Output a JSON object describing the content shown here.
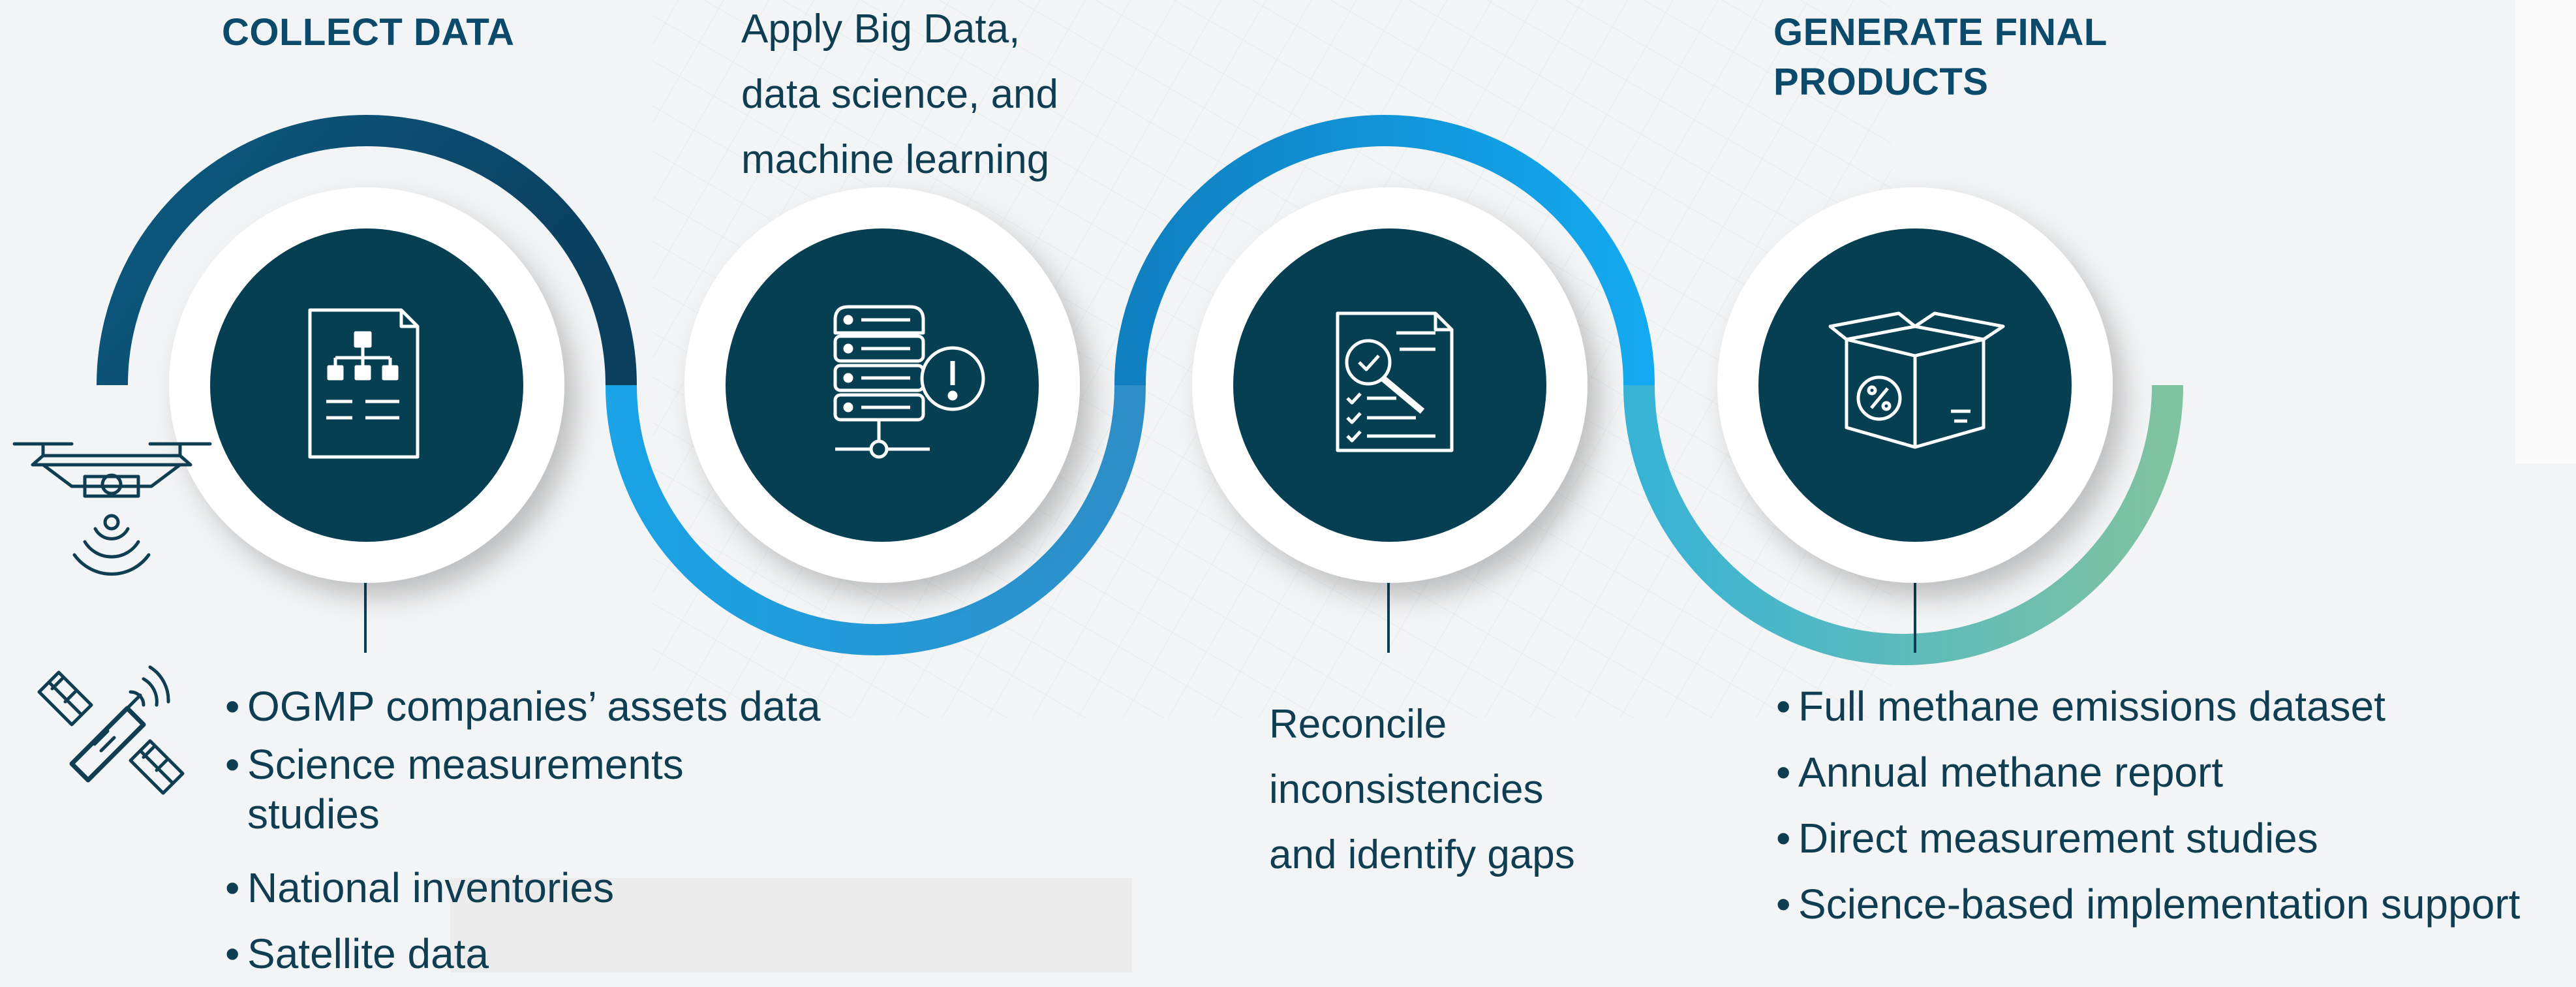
{
  "headings": {
    "collect": "COLLECT DATA",
    "generate_line1": "GENERATE FINAL",
    "generate_line2": "PRODUCTS"
  },
  "apply_text": [
    "Apply Big Data,",
    "data science, and",
    "machine learning"
  ],
  "reconcile_text": [
    "Reconcile",
    "inconsistencies",
    "and identify gaps"
  ],
  "collect_items": [
    "OGMP companies’ assets data",
    "Science measurements studies",
    "National inventories",
    "Satellite data"
  ],
  "collect_item_wrap": [
    "Science measurements",
    "studies"
  ],
  "products_items": [
    "Full methane emissions dataset",
    "Annual methane report",
    "Direct measurement studies",
    "Science-based implementation support"
  ],
  "icons": {
    "step1": "document-hierarchy-icon",
    "step2": "server-alert-icon",
    "step3": "document-magnifier-check-icon",
    "step4": "box-percent-icon",
    "drone": "drone-icon",
    "satellite": "satellite-icon"
  },
  "colors": {
    "circle_fill": "#073f52",
    "arc_dark": "#0b4f73",
    "arc_bright": "#13a7ee",
    "arc_teal": "#7cc3a6",
    "text": "#0f3e52"
  }
}
